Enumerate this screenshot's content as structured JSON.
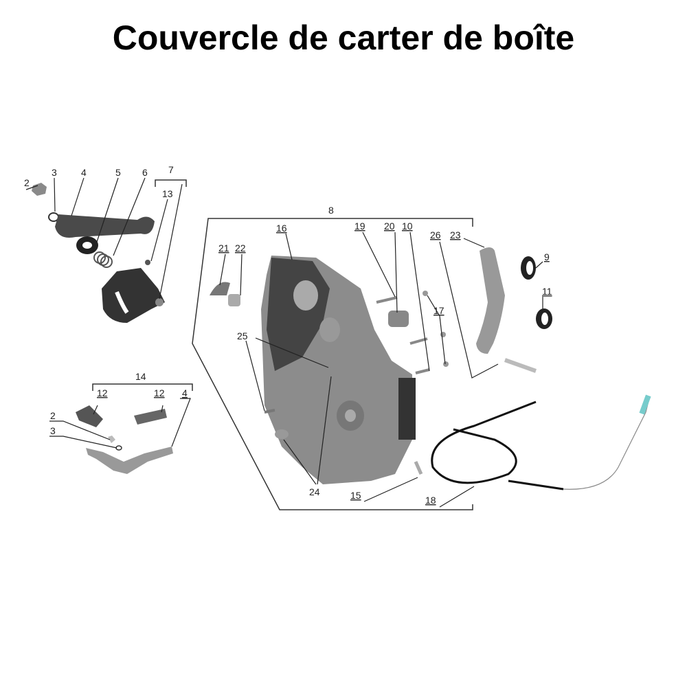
{
  "title": "Couvercle de carter de boîte",
  "callouts": {
    "c2a": "2",
    "c3a": "3",
    "c4a": "4",
    "c5": "5",
    "c6": "6",
    "c7": "7",
    "c13": "13",
    "c14": "14",
    "c12a": "12",
    "c12b": "12",
    "c4b": "4",
    "c2b": "2",
    "c3b": "3",
    "c8": "8",
    "c16": "16",
    "c21": "21",
    "c22": "22",
    "c19": "19",
    "c20": "20",
    "c10": "10",
    "c26": "26",
    "c23": "23",
    "c9": "9",
    "c11": "11",
    "c17": "17",
    "c25": "25",
    "c24": "24",
    "c15": "15",
    "c18": "18"
  },
  "colors": {
    "part_dark": "#3a3a3a",
    "part_gray": "#8a8a8a",
    "part_light": "#b5b5b5",
    "cable": "#111111"
  }
}
